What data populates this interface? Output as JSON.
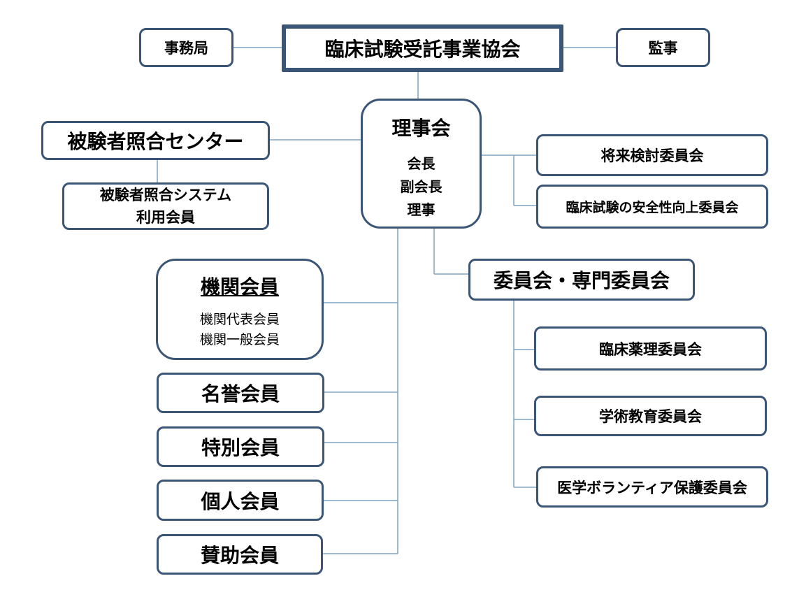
{
  "org": {
    "title": "臨床試験受託事業協会",
    "secretariat": "事務局",
    "auditor": "監事",
    "board": {
      "label": "理事会",
      "roles": [
        "会長",
        "副会長",
        "理事"
      ]
    },
    "matching_center": "被験者照合センター",
    "matching_system_users": [
      "被験者照合システム",
      "利用会員"
    ],
    "future_committee": "将来検討委員会",
    "safety_committee": "臨床試験の安全性向上委員会",
    "committees": "委員会・専門委員会",
    "pharmacology_committee": "臨床薬理委員会",
    "education_committee": "学術教育委員会",
    "volunteer_committee": "医学ボランティア保護委員会",
    "institutional_members": {
      "label": "機関会員",
      "types": [
        "機関代表会員",
        "機関一般会員"
      ]
    },
    "honorary_members": "名誉会員",
    "special_members": "特別会員",
    "individual_members": "個人会員",
    "supporting_members": "賛助会員"
  },
  "colors": {
    "border": "#3b5576",
    "connector": "#7fa3c0"
  }
}
